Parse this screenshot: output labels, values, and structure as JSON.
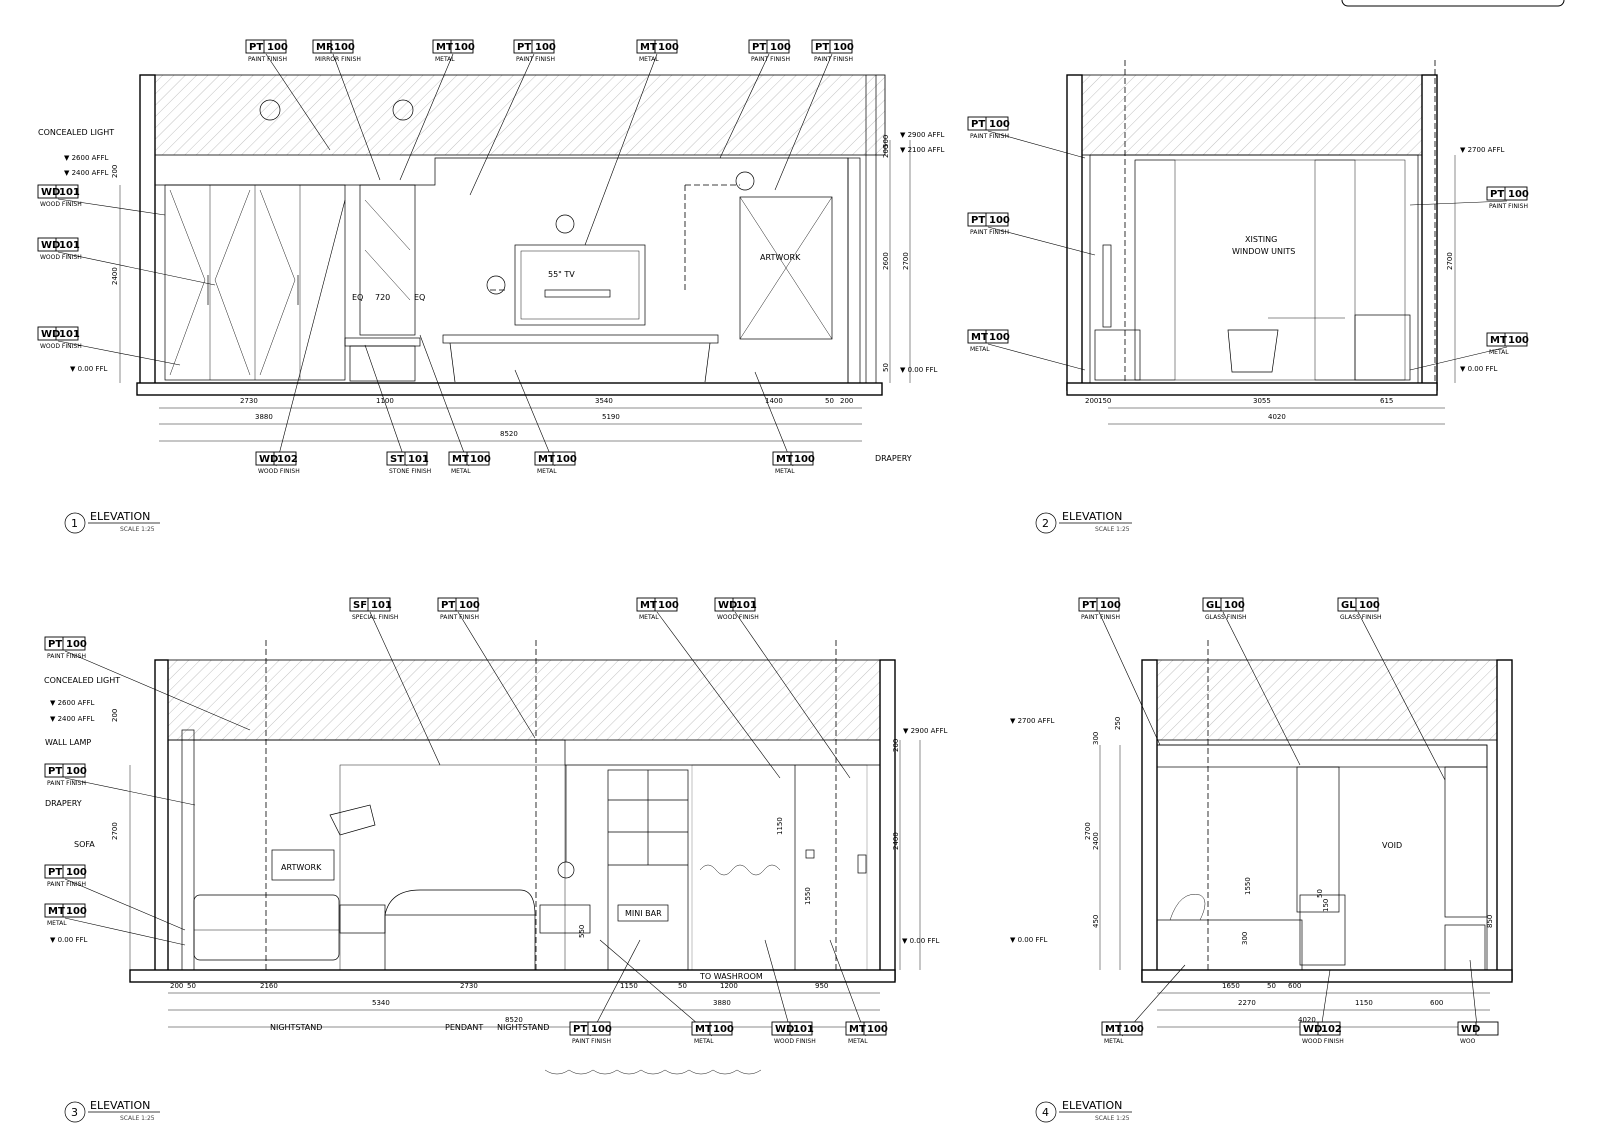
{
  "sheet": {
    "scale": "SCALE 1:25"
  },
  "elevations": [
    {
      "title": "ELEVATION",
      "number": "1",
      "tags": [
        {
          "code": "PT",
          "num": "100",
          "sub": "PAINT FINISH"
        },
        {
          "code": "MR",
          "num": "100",
          "sub": "MIRROR FINISH"
        },
        {
          "code": "MT",
          "num": "100",
          "sub": "METAL"
        },
        {
          "code": "PT",
          "num": "100",
          "sub": "PAINT FINISH"
        },
        {
          "code": "MT",
          "num": "100",
          "sub": "METAL"
        },
        {
          "code": "PT",
          "num": "100",
          "sub": "PAINT FINISH"
        },
        {
          "code": "PT",
          "num": "100",
          "sub": "PAINT FINISH"
        },
        {
          "code": "WD",
          "num": "101",
          "sub": "WOOD FINISH"
        },
        {
          "code": "WD",
          "num": "101",
          "sub": "WOOD FINISH"
        },
        {
          "code": "WD",
          "num": "101",
          "sub": "WOOD FINISH"
        },
        {
          "code": "WD",
          "num": "102",
          "sub": "WOOD FINISH"
        },
        {
          "code": "ST",
          "num": "101",
          "sub": "STONE FINISH"
        },
        {
          "code": "MT",
          "num": "100",
          "sub": "METAL"
        },
        {
          "code": "MT",
          "num": "100",
          "sub": "METAL"
        },
        {
          "code": "MT",
          "num": "100",
          "sub": "METAL"
        }
      ],
      "notes": [
        "CONCEALED LIGHT",
        "DRAPERY",
        "ARTWORK",
        "55\" TV",
        "EQ",
        "720",
        "EQ"
      ],
      "levels": [
        "2900 AFFL",
        "2600 AFFL",
        "2400 AFFL",
        "2100 AFFL",
        "0.00 FFL",
        "0.00 FFL"
      ],
      "dims_h": [
        "2730",
        "1100",
        "3540",
        "1400",
        "50",
        "200",
        "3880",
        "5190",
        "8520"
      ],
      "dims_v": [
        "2400",
        "200",
        "2600",
        "2700",
        "200",
        "500",
        "50"
      ]
    },
    {
      "title": "ELEVATION",
      "number": "2",
      "tags": [
        {
          "code": "PT",
          "num": "100",
          "sub": "PAINT FINISH"
        },
        {
          "code": "PT",
          "num": "100",
          "sub": "PAINT FINISH"
        },
        {
          "code": "MT",
          "num": "100",
          "sub": "METAL"
        },
        {
          "code": "PT",
          "num": "100",
          "sub": "PAINT FINISH"
        },
        {
          "code": "MT",
          "num": "100",
          "sub": "METAL"
        }
      ],
      "notes": [
        "EXISTING WINDOW UNITS"
      ],
      "levels": [
        "2700 AFFL",
        "0.00 FFL"
      ],
      "dims_h": [
        "200",
        "150",
        "3055",
        "615",
        "4020"
      ],
      "dims_v": [
        "2700"
      ]
    },
    {
      "title": "ELEVATION",
      "number": "3",
      "tags": [
        {
          "code": "PT",
          "num": "100",
          "sub": "PAINT FINISH"
        },
        {
          "code": "PT",
          "num": "100",
          "sub": "PAINT FINISH"
        },
        {
          "code": "PT",
          "num": "100",
          "sub": "PAINT FINISH"
        },
        {
          "code": "MT",
          "num": "100",
          "sub": "METAL"
        },
        {
          "code": "SF",
          "num": "101",
          "sub": "SPECIAL FINISH"
        },
        {
          "code": "PT",
          "num": "100",
          "sub": "PAINT FINISH"
        },
        {
          "code": "MT",
          "num": "100",
          "sub": "METAL"
        },
        {
          "code": "WD",
          "num": "101",
          "sub": "WOOD FINISH"
        },
        {
          "code": "PT",
          "num": "100",
          "sub": "PAINT FINISH"
        },
        {
          "code": "MT",
          "num": "100",
          "sub": "METAL"
        },
        {
          "code": "WD",
          "num": "101",
          "sub": "WOOD FINISH"
        },
        {
          "code": "MT",
          "num": "100",
          "sub": "METAL"
        }
      ],
      "notes": [
        "CONCEALED LIGHT",
        "WALL LAMP",
        "DRAPERY",
        "SOFA",
        "ARTWORK",
        "MINI BAR",
        "NIGHTSTAND",
        "PENDANT",
        "NIGHTSTAND",
        "TO WASHROOM"
      ],
      "levels": [
        "2900 AFFL",
        "2600 AFFL",
        "2400 AFFL",
        "0.00 FFL",
        "0.00 FFL"
      ],
      "dims_h": [
        "200",
        "50",
        "2160",
        "2730",
        "1150",
        "50",
        "1200",
        "950",
        "5340",
        "3880",
        "8520"
      ],
      "dims_v": [
        "2700",
        "200",
        "2400",
        "200",
        "1150",
        "1550",
        "550"
      ]
    },
    {
      "title": "ELEVATION",
      "number": "4",
      "tags": [
        {
          "code": "PT",
          "num": "100",
          "sub": "PAINT FINISH"
        },
        {
          "code": "GL",
          "num": "100",
          "sub": "GLASS FINISH"
        },
        {
          "code": "GL",
          "num": "100",
          "sub": "GLASS FINISH"
        },
        {
          "code": "MT",
          "num": "100",
          "sub": "METAL"
        },
        {
          "code": "WD",
          "num": "102",
          "sub": "WOOD FINISH"
        },
        {
          "code": "WD",
          "num": "",
          "sub": "WOO"
        }
      ],
      "notes": [
        "VOID"
      ],
      "levels": [
        "2700 AFFL",
        "0.00 FFL"
      ],
      "dims_h": [
        "1650",
        "50",
        "600",
        "2270",
        "1150",
        "600",
        "4020"
      ],
      "dims_v": [
        "2700",
        "2400",
        "300",
        "250",
        "50",
        "450",
        "1550",
        "300",
        "150",
        "850"
      ]
    }
  ]
}
